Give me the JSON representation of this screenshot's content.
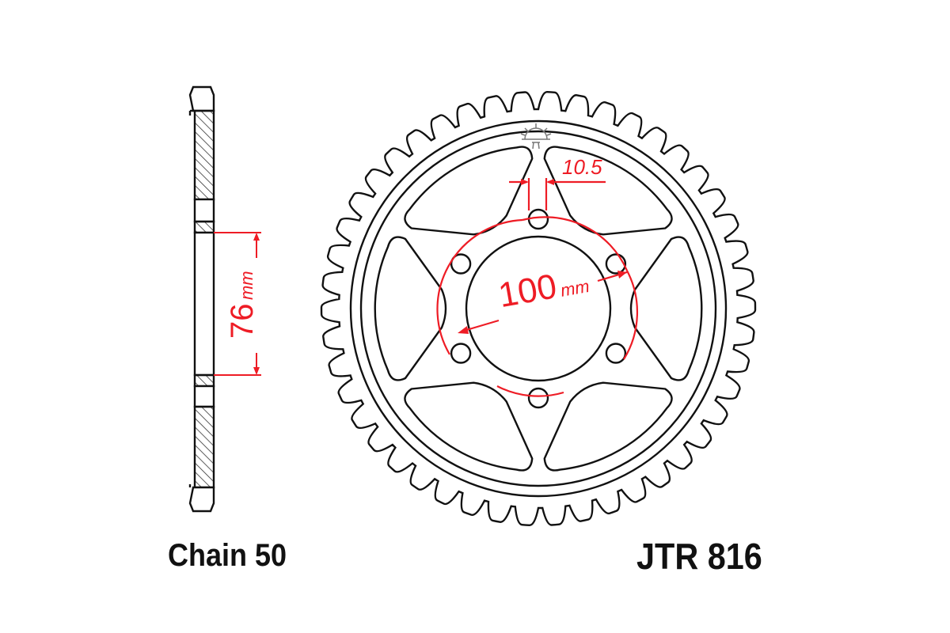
{
  "labels": {
    "chain": "Chain 50",
    "part_number": "JTR 816"
  },
  "dimensions": {
    "spline_offset": "76",
    "spline_offset_unit": "mm",
    "bolt_circle": "100",
    "bolt_circle_unit": "mm",
    "bolt_hole": "10.5"
  },
  "sprocket": {
    "teeth": 46,
    "bolt_holes": 6,
    "cutouts": 6
  },
  "colors": {
    "line": "#111111",
    "dimension": "#ee1c25",
    "hatch": "#333333"
  }
}
